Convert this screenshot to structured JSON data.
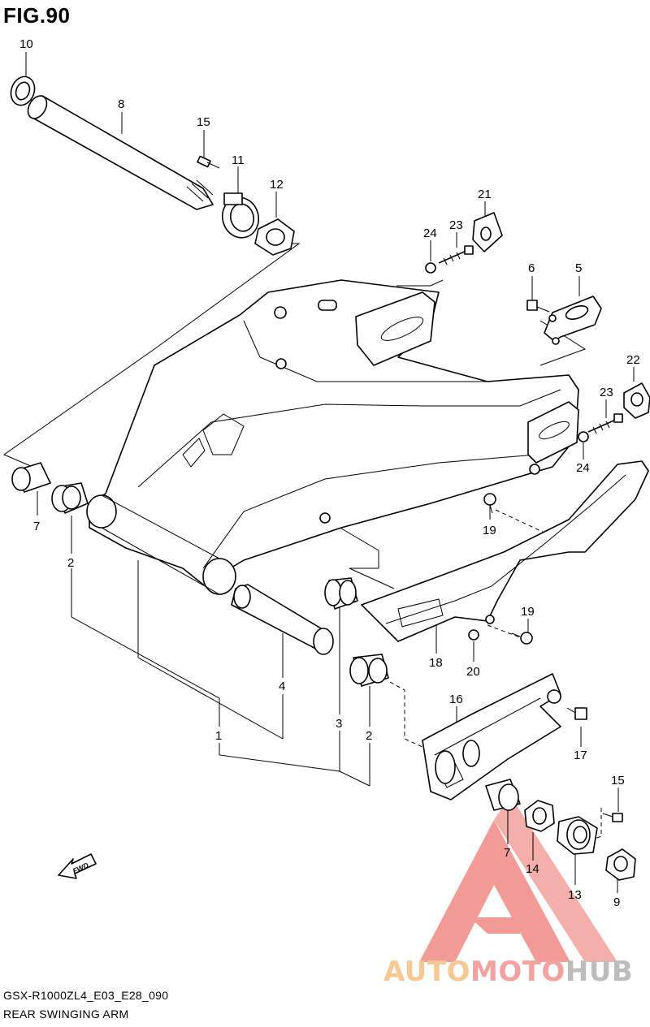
{
  "figure": {
    "title": "FIG.90"
  },
  "footer": {
    "code": "GSX-R1000ZL4_E03_E28_090",
    "name": "REAR SWINGING ARM"
  },
  "direction": {
    "label": "FWD"
  },
  "watermark": {
    "part1": "AUTO",
    "part2": "MOTO",
    "part3": "HUB",
    "colors": {
      "auto": "#f6c893",
      "moto": "#f4a2a0",
      "hub": "#bdbdbd",
      "triangle": "#f08a84"
    }
  },
  "callouts": {
    "c10": "10",
    "c8": "8",
    "c15a": "15",
    "c11": "11",
    "c12": "12",
    "c21": "21",
    "c23a": "23",
    "c24a": "24",
    "c6": "6",
    "c5": "5",
    "c22": "22",
    "c23b": "23",
    "c24b": "24",
    "c7a": "7",
    "c2a": "2",
    "c19a": "19",
    "c19b": "19",
    "c18": "18",
    "c20": "20",
    "c4": "4",
    "c1": "1",
    "c3": "3",
    "c2b": "2",
    "c16": "16",
    "c17": "17",
    "c15b": "15",
    "c7b": "7",
    "c14": "14",
    "c13": "13",
    "c9": "9"
  }
}
